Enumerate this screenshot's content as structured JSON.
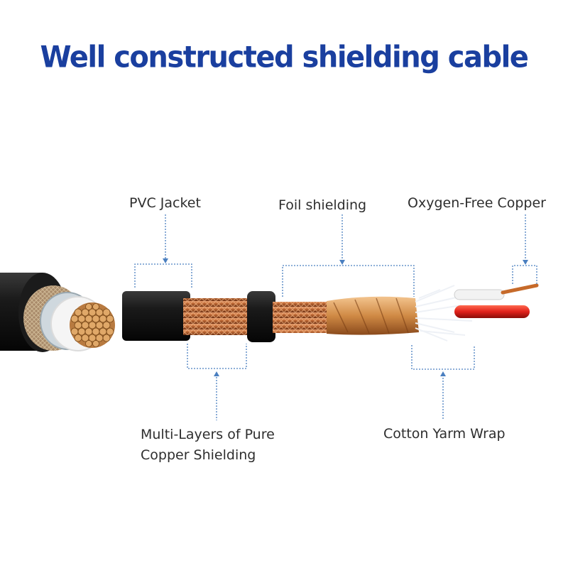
{
  "title": "Well constructed shielding cable",
  "labels": {
    "pvc_jacket": "PVC Jacket",
    "foil_shielding": "Foil shielding",
    "oxygen_free_copper": "Oxygen-Free Copper",
    "multi_layers_line1": "Multi-Layers of Pure",
    "multi_layers_line2": "Copper Shielding",
    "cotton_wrap": "Cotton Yarm Wrap"
  },
  "colors": {
    "title": "#1a3f9f",
    "callout": "#4a7fc0",
    "jacket": "#141414",
    "copper": "#c9733a",
    "red_wire": "#e0201a"
  }
}
